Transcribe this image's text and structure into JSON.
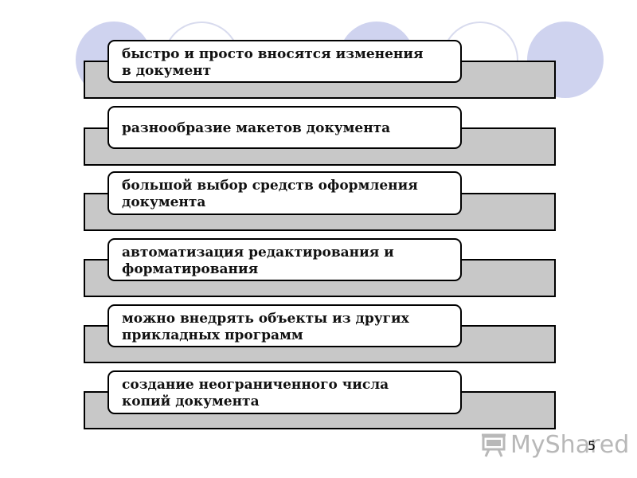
{
  "items": [
    {
      "text": "быстро и просто вносятся изменения\nв документ"
    },
    {
      "text": "разнообразие макетов документа"
    },
    {
      "text": "большой выбор средств оформления\nдокумента"
    },
    {
      "text": "автоматизация редактирования и\nформатирования"
    },
    {
      "text": "можно внедрять объекты из других\nприкладных программ"
    },
    {
      "text": "создание неограниченного числа\nкопий документа"
    }
  ],
  "watermark": {
    "text": "MyShared",
    "icon": "presentation-board-icon"
  },
  "page_number": "5",
  "colors": {
    "band": "#c8c8c8",
    "circles": "#cfd3ef",
    "watermark": "#b8b8b8"
  }
}
